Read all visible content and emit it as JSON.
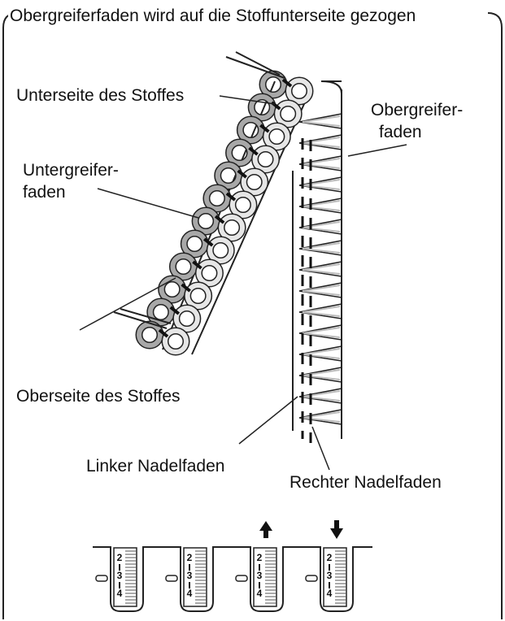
{
  "title": "Obergreiferfaden wird auf die Stoffunterseite gezogen",
  "labels": {
    "unterseite": "Unterseite des Stoffes",
    "obergreifer_1": "Obergreifer-",
    "obergreifer_2": "faden",
    "untergreifer_1": "Untergreifer-",
    "untergreifer_2": "faden",
    "oberseite": "Oberseite des Stoffes",
    "linker_nadelfaden": "Linker Nadelfaden",
    "rechter_nadelfaden": "Rechter Nadelfaden"
  },
  "dial_numbers": [
    "2",
    "3",
    "4"
  ],
  "dial_count": 4,
  "arrows": [
    "up",
    "down"
  ]
}
